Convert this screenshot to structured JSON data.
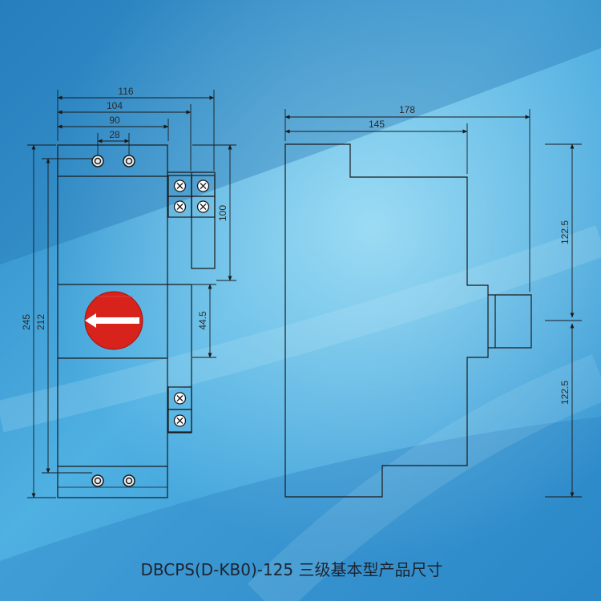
{
  "colors": {
    "background_dark": "#2f8ecb",
    "background_light": "#7fd0f0",
    "line": "#1a1a1a",
    "knob": "#d8221c"
  },
  "front_view": {
    "dimensions": {
      "w116": "116",
      "w104": "104",
      "w90": "90",
      "w28": "28",
      "h245": "245",
      "h212": "212",
      "h100": "100",
      "h44_5": "44.5"
    },
    "knob_icon": "rotary-handle-arrow"
  },
  "side_view": {
    "dimensions": {
      "w178": "178",
      "w145": "145",
      "h122_5_top": "122.5",
      "h122_5_bottom": "122.5"
    }
  },
  "caption": "DBCPS(D-KB0)-125 三级基本型产品尺寸"
}
